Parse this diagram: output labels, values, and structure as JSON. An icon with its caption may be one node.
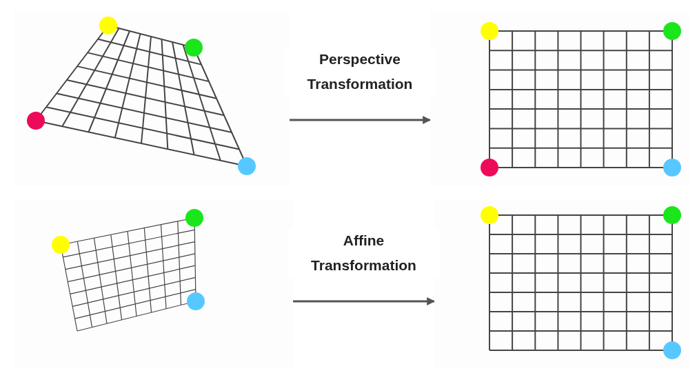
{
  "diagram": {
    "nodes": [
      {
        "text": [],
        "shape": "picture"
      },
      {
        "text": [],
        "shape": "picture"
      },
      {
        "text": [],
        "shape": "picture"
      },
      {
        "text": [],
        "shape": "picture"
      }
    ],
    "edges": [
      {
        "from": 0,
        "to": 1,
        "arrow": "to",
        "label": "Perspective Transformation"
      },
      {
        "from": 2,
        "to": 3,
        "arrow": "to",
        "label": "Affine Transformation"
      }
    ]
  }
}
